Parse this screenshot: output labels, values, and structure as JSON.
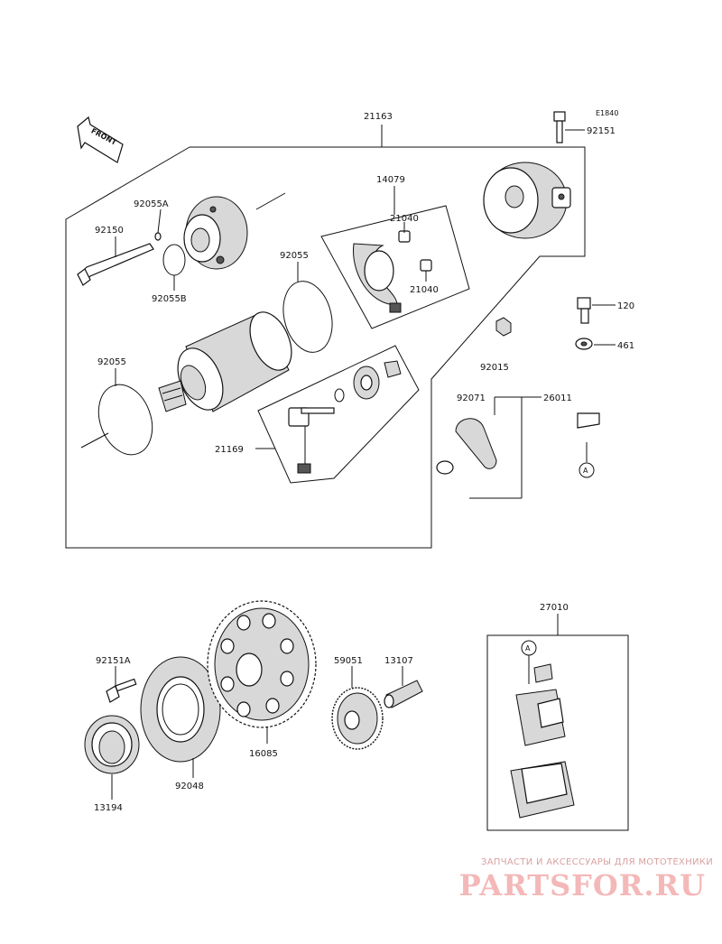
{
  "diagram": {
    "code": "E1840",
    "front_label": "FRONT",
    "part_numbers": {
      "p21163": "21163",
      "p92151": "92151",
      "p14079": "14079",
      "p92055A": "92055A",
      "p21040a": "21040",
      "p21040b": "21040",
      "p92150": "92150",
      "p92055top": "92055",
      "p92055B": "92055B",
      "p120": "120",
      "p461": "461",
      "p92015": "92015",
      "p92055left": "92055",
      "p92071": "92071",
      "p26011": "26011",
      "p21169": "21169",
      "p27010": "27010",
      "p92151A": "92151A",
      "p59051": "59051",
      "p13107": "13107",
      "p16085": "16085",
      "p92048": "92048",
      "p13194": "13194"
    },
    "callouts": {
      "a1": "A",
      "a2": "A"
    }
  },
  "watermark": {
    "tagline": "ЗАПЧАСТИ И АКСЕССУАРЫ ДЛЯ МОТОТЕХНИКИ",
    "brand": "PARTSFOR.RU"
  }
}
